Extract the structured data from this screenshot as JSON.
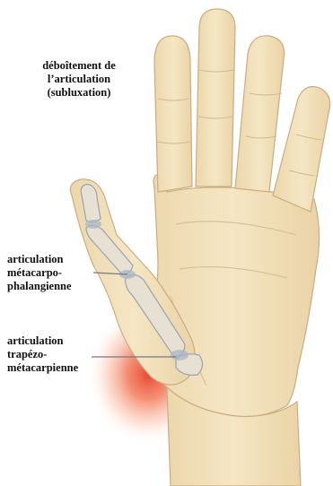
{
  "labels": {
    "subluxation": [
      "déboîtement de",
      "l’articulation",
      "(subluxation)"
    ],
    "mcp_joint": [
      "articulation",
      "métacarpo-",
      "phalangienne"
    ],
    "cmc_joint": [
      "articulation",
      "trapézo-",
      "métacarpienne"
    ]
  },
  "colors": {
    "background": "#ffffff",
    "skin": "#f3e2bd",
    "skin_outline": "#c9ad80",
    "bone": "#e7e1d3",
    "bone_outline": "#9aa3ad",
    "inflammation": "#e94a2c",
    "leader_line": "#6f7a86"
  }
}
